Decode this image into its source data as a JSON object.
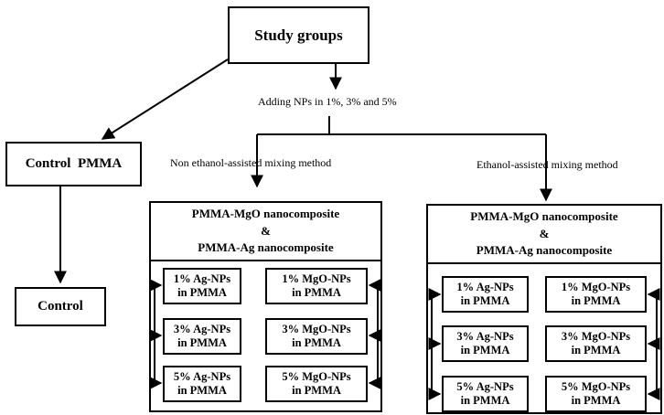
{
  "study_groups": "Study groups",
  "adding_nps": "Adding NPs in 1%, 3% and 5%",
  "control_pmma": "Control  PMMA",
  "control": "Control",
  "non_ethanol_method": "Non ethanol-assisted  mixing method",
  "ethanol_method": "Ethanol-assisted mixing method",
  "left_panel": {
    "line1": "PMMA-MgO nanocomposite",
    "amp": "&",
    "line2": "PMMA-Ag nanocomposite",
    "items": [
      {
        "line1": "1% Ag-NPs",
        "line2": "in PMMA"
      },
      {
        "line1": "1% MgO-NPs",
        "line2": "in PMMA"
      },
      {
        "line1": "3% Ag-NPs",
        "line2": "in PMMA"
      },
      {
        "line1": "3% MgO-NPs",
        "line2": "in PMMA"
      },
      {
        "line1": "5% Ag-NPs",
        "line2": "in PMMA"
      },
      {
        "line1": "5% MgO-NPs",
        "line2": "in PMMA"
      }
    ]
  },
  "right_panel": {
    "line1": "PMMA-MgO nanocomposite",
    "amp": "&",
    "line2": "PMMA-Ag nanocomposite",
    "items": [
      {
        "line1": "1% Ag-NPs",
        "line2": "in PMMA"
      },
      {
        "line1": "1% MgO-NPs",
        "line2": "in PMMA"
      },
      {
        "line1": "3% Ag-NPs",
        "line2": "in PMMA"
      },
      {
        "line1": "3% MgO-NPs",
        "line2": "in PMMA"
      },
      {
        "line1": "5% Ag-NPs",
        "line2": "in PMMA"
      },
      {
        "line1": "5% MgO-NPs",
        "line2": "in PMMA"
      }
    ]
  }
}
